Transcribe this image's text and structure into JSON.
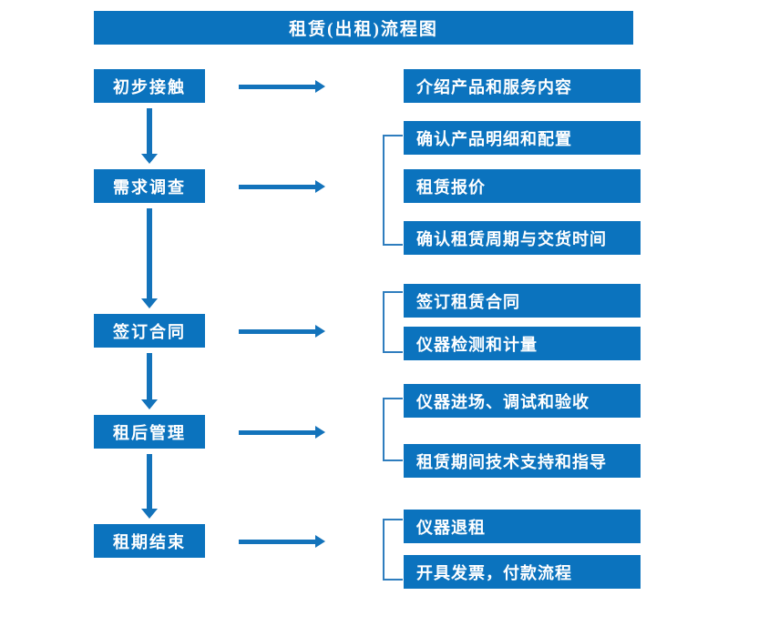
{
  "diagram": {
    "title": "租赁(出租)流程图",
    "colors": {
      "box_blue": "#0B73BE",
      "arrow_blue": "#1373BB",
      "bracket_blue": "#2E7DBE",
      "text_white": "#FFFFFF",
      "background": "#FFFFFF"
    },
    "stages": [
      {
        "label": "初步接触"
      },
      {
        "label": "需求调查"
      },
      {
        "label": "签订合同"
      },
      {
        "label": "租后管理"
      },
      {
        "label": "租期结束"
      }
    ],
    "details": [
      {
        "label": "介绍产品和服务内容"
      },
      {
        "label": "确认产品明细和配置"
      },
      {
        "label": "租赁报价"
      },
      {
        "label": "确认租赁周期与交货时间"
      },
      {
        "label": "签订租赁合同"
      },
      {
        "label": "仪器检测和计量"
      },
      {
        "label": "仪器进场、调试和验收"
      },
      {
        "label": "租赁期间技术支持和指导"
      },
      {
        "label": "仪器退租"
      },
      {
        "label": "开具发票，付款流程"
      }
    ],
    "flow_arrows": {
      "horizontal_count": 5,
      "vertical_count": 4
    },
    "group_brackets": [
      {
        "groups": "确认产品明细和配置 / 租赁报价 / 确认租赁周期与交货时间"
      },
      {
        "groups": "签订租赁合同 / 仪器检测和计量"
      },
      {
        "groups": "仪器进场、调试和验收 / 租赁期间技术支持和指导"
      },
      {
        "groups": "仪器退租 / 开具发票，付款流程"
      }
    ]
  }
}
